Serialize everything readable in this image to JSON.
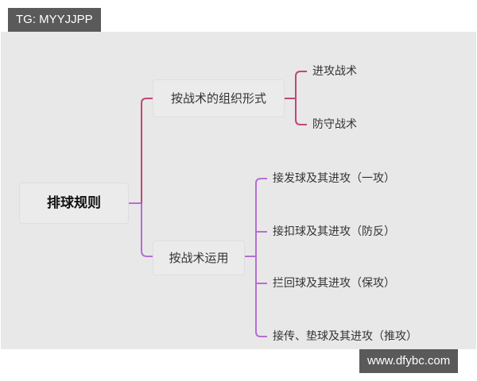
{
  "watermarks": {
    "top": "TG: MYYJJPP",
    "bottom": "www.dfybc.com"
  },
  "mindmap": {
    "root": "排球规则",
    "branches": [
      {
        "label": "按战术的组织形式",
        "color": "#c2457a",
        "children": [
          "进攻战术",
          "防守战术"
        ]
      },
      {
        "label": "按战术运用",
        "color": "#b56fd1",
        "children": [
          "接发球及其进攻（一攻）",
          "接扣球及其进攻（防反）",
          "拦回球及其进攻（保攻）",
          "接传、垫球及其进攻（推攻）"
        ]
      }
    ]
  },
  "colors": {
    "canvas": "#e8e8e8",
    "badge": "#5a5a5a",
    "branch1": "#c2457a",
    "branch2": "#b56fd1"
  }
}
